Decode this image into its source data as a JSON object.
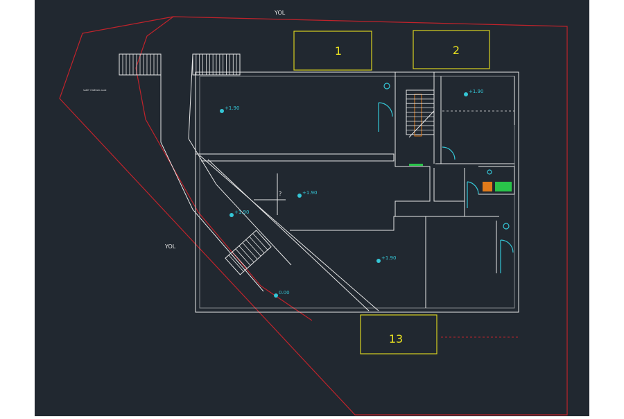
{
  "colors": {
    "background": "#212830",
    "wall": "#e8e8e8",
    "boundary": "#c0232b",
    "block_outline": "#d8d020",
    "block_label": "#e8e020",
    "elevation": "#35c6d6",
    "stair_accent": "#e07a1a",
    "green_accent": "#29c44a"
  },
  "labels": {
    "road_top": "YOL",
    "road_left": "YOL",
    "question": "?",
    "small_note": "SABİT YÜZERLİK ALAN"
  },
  "blocks": [
    {
      "label": "1"
    },
    {
      "label": "2"
    },
    {
      "label": "13"
    }
  ],
  "elevations": [
    {
      "label": "+1.90"
    },
    {
      "label": "+1.90"
    },
    {
      "label": "+1.90"
    },
    {
      "label": "+1.90"
    },
    {
      "label": "+1.90"
    },
    {
      "label": "0.00"
    }
  ]
}
